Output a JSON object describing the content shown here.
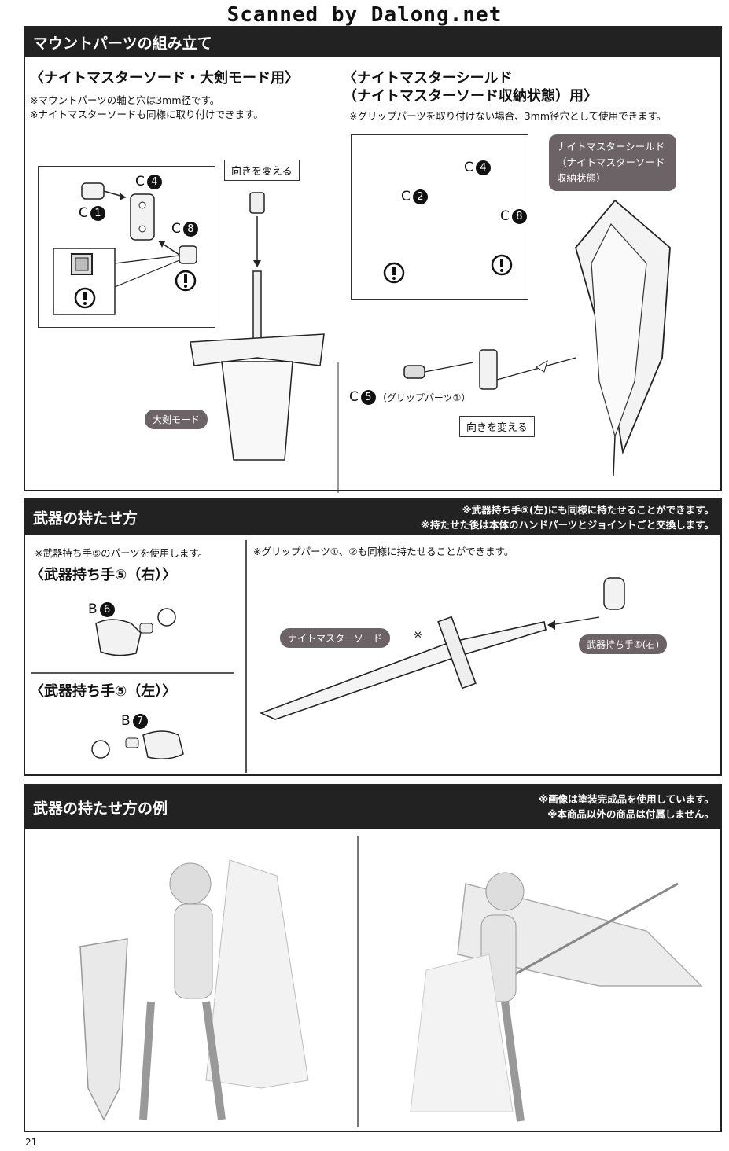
{
  "watermark": "Scanned by Dalong.net",
  "page_number": "21",
  "mount": {
    "title": "マウントパーツの組み立て",
    "left": {
      "heading": "〈ナイトマスターソード・大剣モード用〉",
      "notes": [
        "※マウントパーツの軸と穴は3mm径です。",
        "※ナイトマスターソードも同様に取り付けできます。"
      ],
      "parts": [
        {
          "letter": "C",
          "num": "4"
        },
        {
          "letter": "C",
          "num": "1"
        },
        {
          "letter": "C",
          "num": "8"
        }
      ],
      "turn_label": "向きを変える",
      "mode_label": "大剣モード",
      "warning_icon": "exclamation-circle-icon"
    },
    "right": {
      "heading_line1": "〈ナイトマスターシールド",
      "heading_line2": "（ナイトマスターソード収納状態）用〉",
      "note": "※グリップパーツを取り付けない場合、3mm径穴として使用できます。",
      "parts": [
        {
          "letter": "C",
          "num": "4"
        },
        {
          "letter": "C",
          "num": "2"
        },
        {
          "letter": "C",
          "num": "8"
        }
      ],
      "grip_part": {
        "letter": "C",
        "num": "5",
        "caption": "（グリップパーツ①）"
      },
      "turn_label": "向きを変える",
      "shield_label": [
        "ナイトマスターシールド",
        "（ナイトマスターソード",
        "収納状態）"
      ]
    }
  },
  "holding": {
    "title": "武器の持たせ方",
    "head_notes": [
      "※武器持ち手⑤(左)にも同様に持たせることができます。",
      "※持たせた後は本体のハンドパーツとジョイントごと交換します。"
    ],
    "left_note": "※武器持ち手⑤のパーツを使用します。",
    "right_hand_heading": "〈武器持ち手⑤（右）〉",
    "right_hand_part": {
      "letter": "B",
      "num": "6"
    },
    "left_hand_heading": "〈武器持ち手⑤（左）〉",
    "left_hand_part": {
      "letter": "B",
      "num": "7"
    },
    "main_note": "※グリップパーツ①、②も同様に持たせることができます。",
    "sword_label": "ナイトマスターソード",
    "sword_mark": "※",
    "hand_label": "武器持ち手⑤(右)"
  },
  "example": {
    "title": "武器の持たせ方の例",
    "head_notes": [
      "※画像は塗装完成品を使用しています。",
      "※本商品以外の商品は付属しません。"
    ]
  }
}
